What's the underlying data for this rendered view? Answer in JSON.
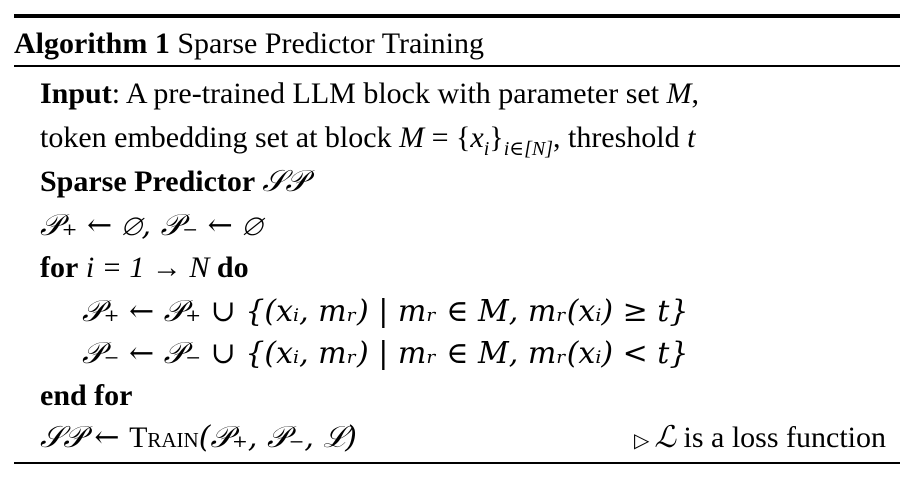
{
  "algorithm": {
    "label": "Algorithm 1",
    "title": "Sparse Predictor Training",
    "input_label": "Input",
    "input_text1": ": A pre-trained LLM block with parameter set ",
    "input_var_M": "M",
    "input_comma": ",",
    "input_text2": "token embedding set at block ",
    "input_eq": " = {",
    "input_x": "x",
    "input_i": "i",
    "input_close": "}",
    "input_sub": "i∈[N]",
    "input_text3": ", threshold ",
    "input_t": "t",
    "output_label": "Sparse Predictor ",
    "output_sym": "𝒮𝒫",
    "init_line": "𝒫₊ ← ∅, 𝒫₋ ← ∅",
    "for_kw": "for",
    "for_expr": " i = 1 → N ",
    "do_kw": "do",
    "loop_line1": "𝒫₊ ← 𝒫₊ ∪ {(xᵢ, mᵣ) | mᵣ ∈ M, mᵣ(xᵢ) ≥ t}",
    "loop_line2": "𝒫₋ ← 𝒫₋ ∪ {(xᵢ, mᵣ) | mᵣ ∈ M, mᵣ(xᵢ) < t}",
    "end_for": "end for",
    "train_lhs": "𝒮𝒫 ← ",
    "train_fn": "Train",
    "train_args": "(𝒫₊, 𝒫₋, ℒ)",
    "comment_mark": "▷ ",
    "comment_sym": "ℒ",
    "comment_text": " is a loss function"
  }
}
